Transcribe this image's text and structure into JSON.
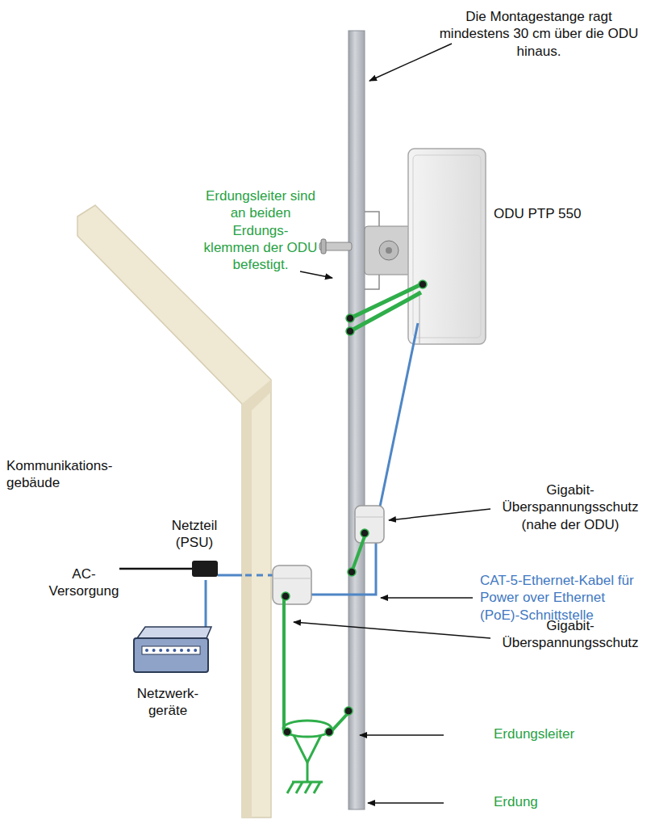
{
  "diagram": {
    "labels": [
      "Die Montagestange ragt mindestens 30 cm über die ODU hinaus.",
      "Erdungsleiter sind an beiden Erdungs- klemmen der ODU befestigt.",
      "ODU PTP 550",
      "Kommunikations- gebäude",
      "Gigabit- Überspannungsschutz (nahe der ODU)",
      "CAT-5-Ethernet-Kabel für Power over Ethernet (PoE)-Schnittstelle",
      "Netzteil (PSU)",
      "AC- Versorgung",
      "Gigabit- Überspannungsschutz",
      "Netzwerk- geräte",
      "Erdungsleiter",
      "Erdung"
    ]
  }
}
